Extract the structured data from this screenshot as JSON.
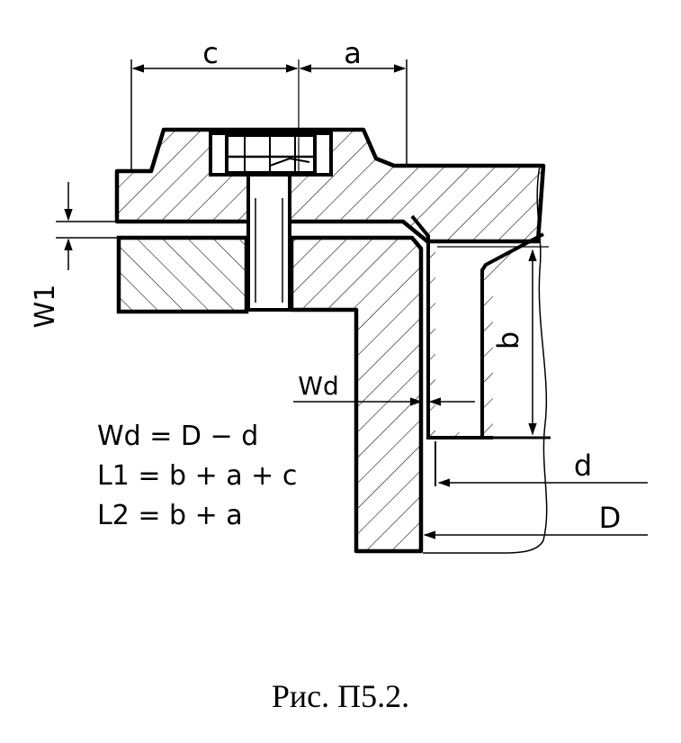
{
  "dimensions": {
    "c": "c",
    "a": "a",
    "b": "b",
    "w1": "W1",
    "wd": "Wd",
    "d": "d",
    "D": "D"
  },
  "formulas": {
    "line1": "Wd = D − d",
    "line2": "L1 = b + a + c",
    "line3": "L2 = b + a"
  },
  "caption": "Рис. П5.2."
}
